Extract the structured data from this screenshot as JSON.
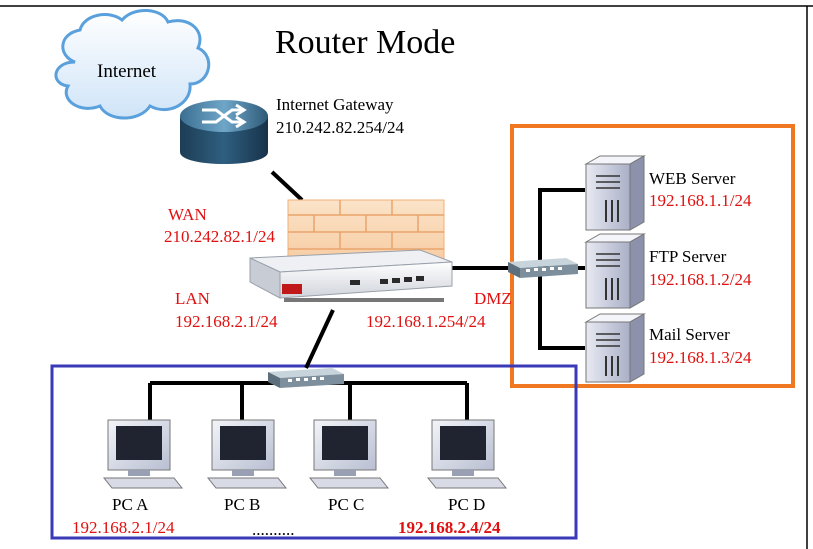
{
  "title": "Router Mode",
  "internet": {
    "label": "Internet"
  },
  "gateway": {
    "name": "Internet Gateway",
    "ip": "210.242.82.254/24"
  },
  "router": {
    "wan_label": "WAN",
    "wan_ip": "210.242.82.1/24",
    "lan_label": "LAN",
    "lan_ip": "192.168.2.1/24",
    "dmz_label": "DMZ",
    "dmz_ip": "192.168.1.254/24"
  },
  "servers": [
    {
      "name": "WEB Server",
      "ip": "192.168.1.1/24"
    },
    {
      "name": "FTP Server",
      "ip": "192.168.1.2/24"
    },
    {
      "name": "Mail Server",
      "ip": "192.168.1.3/24"
    }
  ],
  "pcs": [
    {
      "name": "PC A"
    },
    {
      "name": "PC B"
    },
    {
      "name": "PC C"
    },
    {
      "name": "PC D"
    }
  ],
  "pc_range": {
    "first_ip": "192.168.2.1/24",
    "separator": "..........",
    "last_ip": "192.168.2.4/24"
  },
  "colors": {
    "dmz_box": "#f07820",
    "lan_box": "#3a3ab8",
    "ip_text": "#e01010",
    "link": "#000000"
  }
}
